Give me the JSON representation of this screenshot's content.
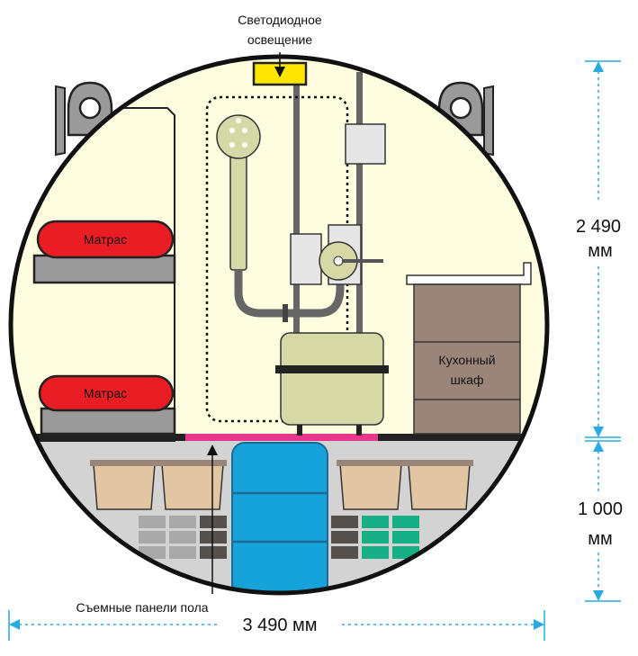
{
  "labels": {
    "led_lighting_line1": "Светодиодное",
    "led_lighting_line2": "освещение",
    "mattress_upper": "Матрас",
    "mattress_lower": "Матрас",
    "kitchen_cabinet_line1": "Кухонный",
    "kitchen_cabinet_line2": "шкаф",
    "floor_panels": "Съемные панели пола"
  },
  "dimensions": {
    "upper_height_value": "2 490",
    "upper_height_unit": "мм",
    "lower_height_value": "1 000",
    "lower_height_unit": "мм",
    "width": "3 490 мм"
  },
  "colors": {
    "hull_interior": "#fffde0",
    "under_floor": "#d3d3d3",
    "dimension_line": "#29abe2",
    "mattress": "#ea1c24",
    "lamp": "#ffe600",
    "floor_panel_highlight": "#e6388b",
    "water_tank": "#16a3da",
    "cabinet": "#9a8678",
    "boiler": "#d6d8a6",
    "storage_box": "#e2c6a2",
    "battery_dark": "#55504b",
    "battery_grey": "#a9a9a9",
    "battery_green": "#16b086"
  }
}
